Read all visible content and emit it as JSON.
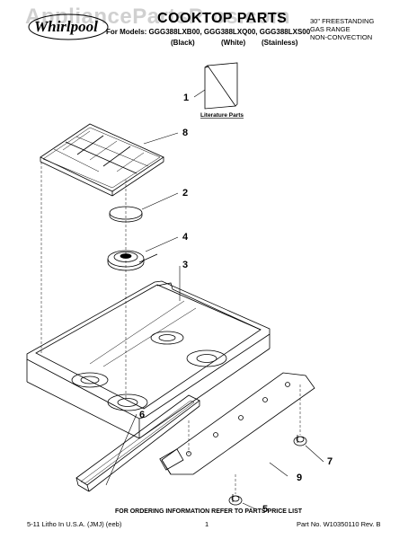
{
  "header": {
    "brand": "Whirlpool",
    "watermark": "AppliancePartsPros.com",
    "title": "COOKTOP PARTS",
    "models_line": "For Models: GGG388LXB00, GGG388LXQ00, GGG388LXS00",
    "colors": [
      "(Black)",
      "(White)",
      "(Stainless)"
    ],
    "right_lines": [
      "30\" FREESTANDING",
      "GAS RANGE",
      "NON-CONVECTION"
    ]
  },
  "parts": {
    "literature_label": "Literature Parts",
    "callouts": [
      "1",
      "8",
      "2",
      "4",
      "3",
      "7",
      "9",
      "5",
      "6"
    ]
  },
  "footer": {
    "ordering": "FOR ORDERING INFORMATION REFER TO PARTS PRICE LIST",
    "litho": "5-11 Litho In U.S.A. (JMJ) (eeb)",
    "page": "1",
    "part_no": "Part No. W10350110 Rev. B"
  }
}
